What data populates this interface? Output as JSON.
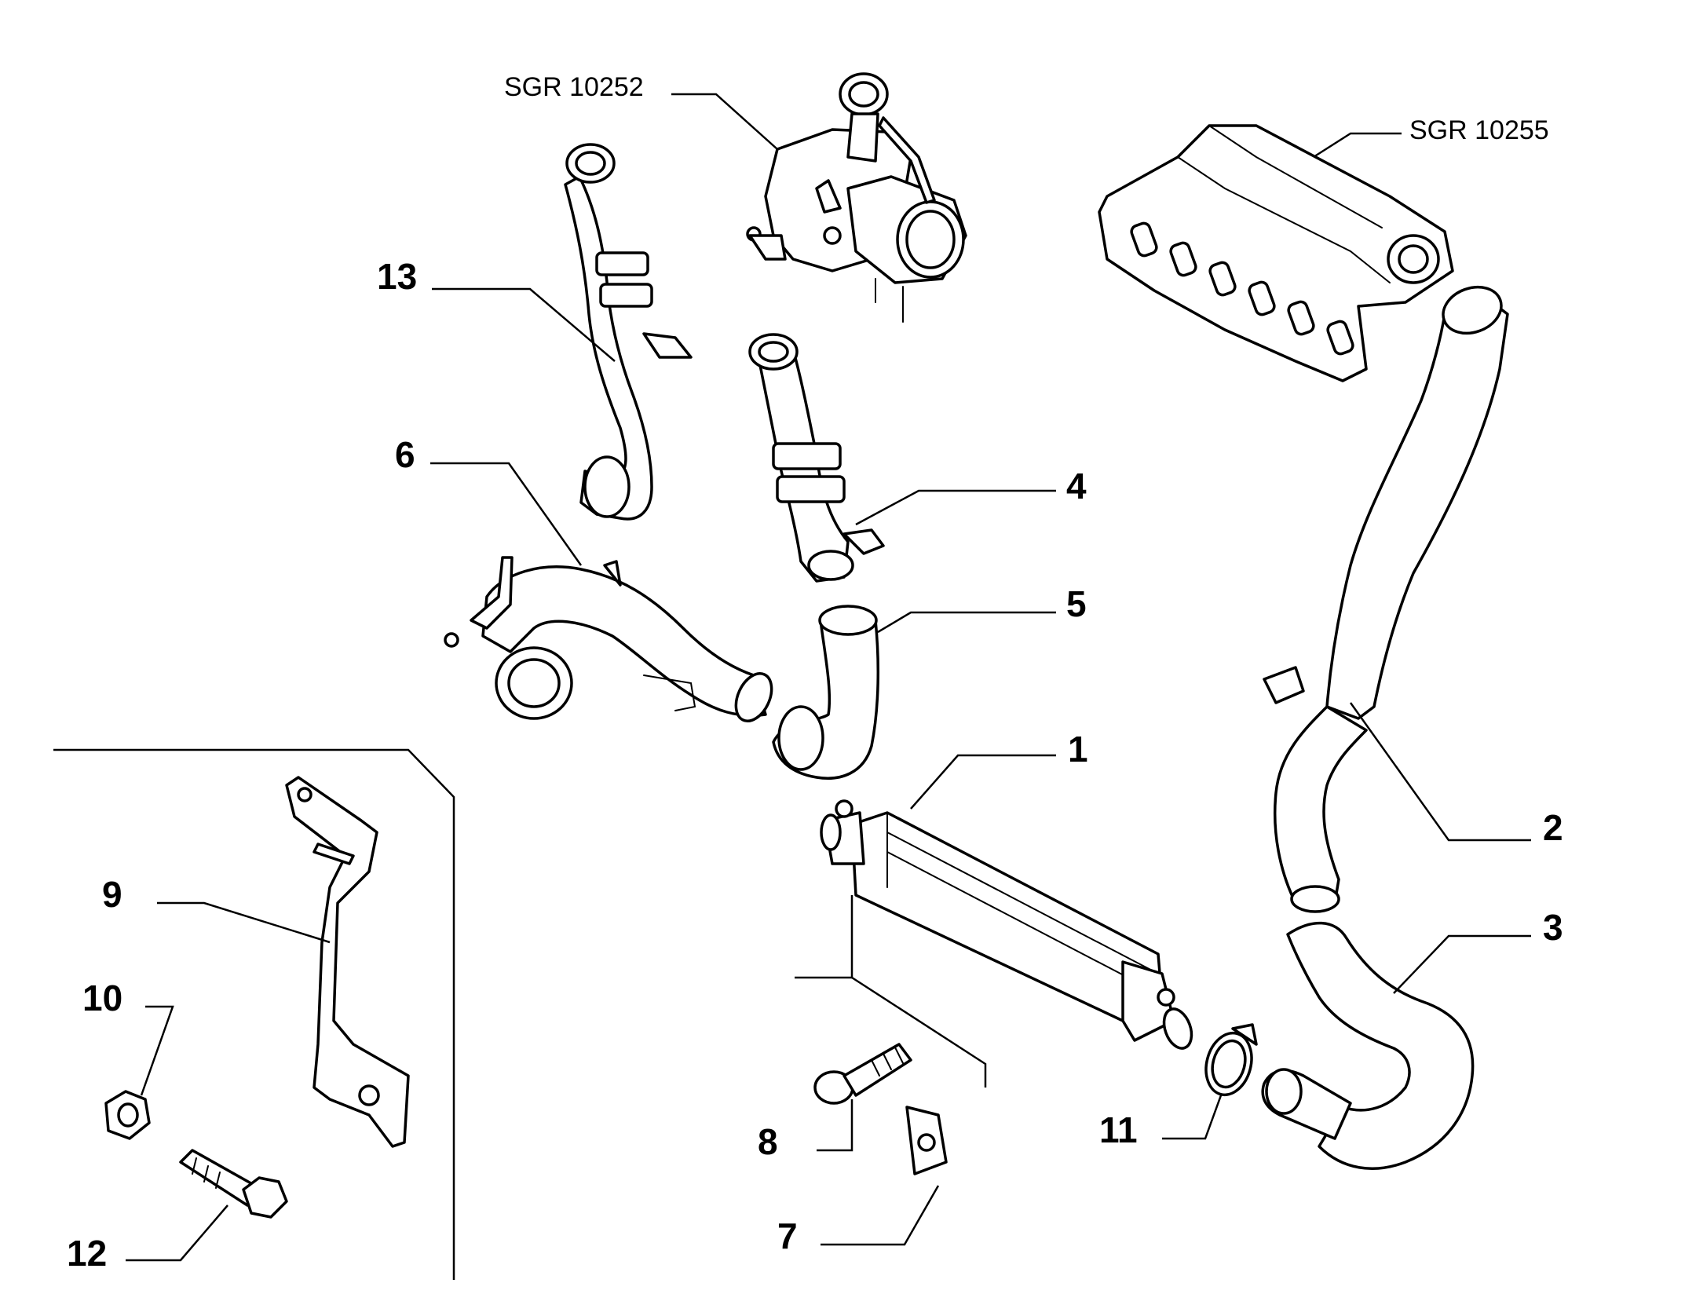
{
  "callouts": {
    "p1": "1",
    "p2": "2",
    "p3": "3",
    "p4": "4",
    "p5": "5",
    "p6": "6",
    "p7": "7",
    "p8": "8",
    "p9": "9",
    "p10": "10",
    "p11": "11",
    "p12": "12",
    "p13": "13"
  },
  "references": {
    "turbo": "SGR 10252",
    "manifold": "SGR 10255"
  }
}
